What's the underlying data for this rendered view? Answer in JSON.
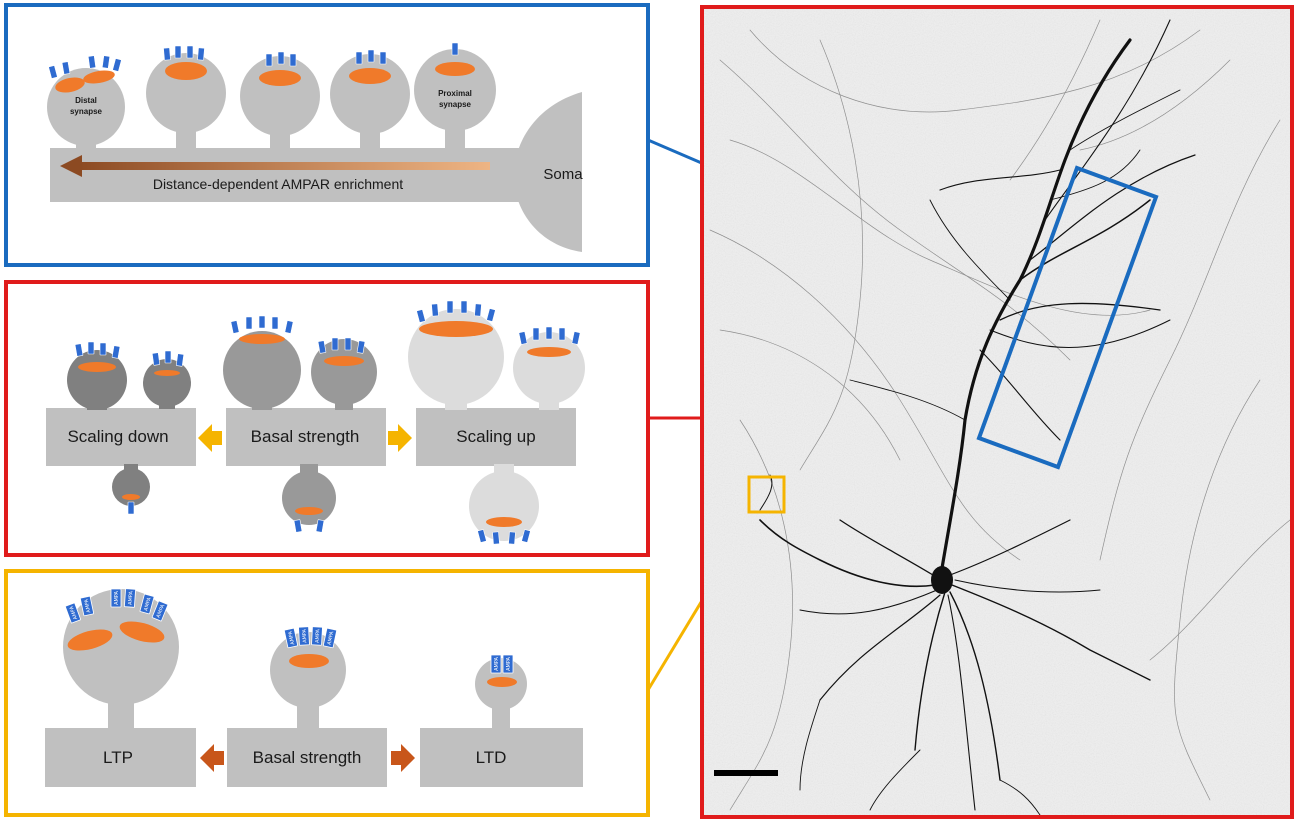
{
  "colors": {
    "panel_blue": "#1a6bbf",
    "panel_red": "#e01b1b",
    "panel_yellow": "#f5b400",
    "spine_gray": "#c0c0c0",
    "spine_dark": "#808080",
    "spine_mid": "#999999",
    "spine_light": "#dcdcdc",
    "psd_orange": "#f07a2a",
    "receptor_blue": "#2f6bd1",
    "arrow_yellow": "#f5b400",
    "arrow_brown": "#c8561a"
  },
  "panel_top": {
    "distal_label_1": "Distal",
    "distal_label_2": "synapse",
    "proximal_label_1": "Proximal",
    "proximal_label_2": "synapse",
    "soma_label": "Soma",
    "gradient_label": "Distance-dependent AMPAR enrichment"
  },
  "panel_middle": {
    "left_label": "Scaling down",
    "center_label": "Basal strength",
    "right_label": "Scaling up"
  },
  "panel_bottom": {
    "left_label": "LTP",
    "center_label": "Basal strength",
    "right_label": "LTD",
    "receptor_text": "AMPA"
  },
  "micrograph": {
    "icons": [
      "neuron-micrograph-icon",
      "scale-bar-icon"
    ]
  }
}
